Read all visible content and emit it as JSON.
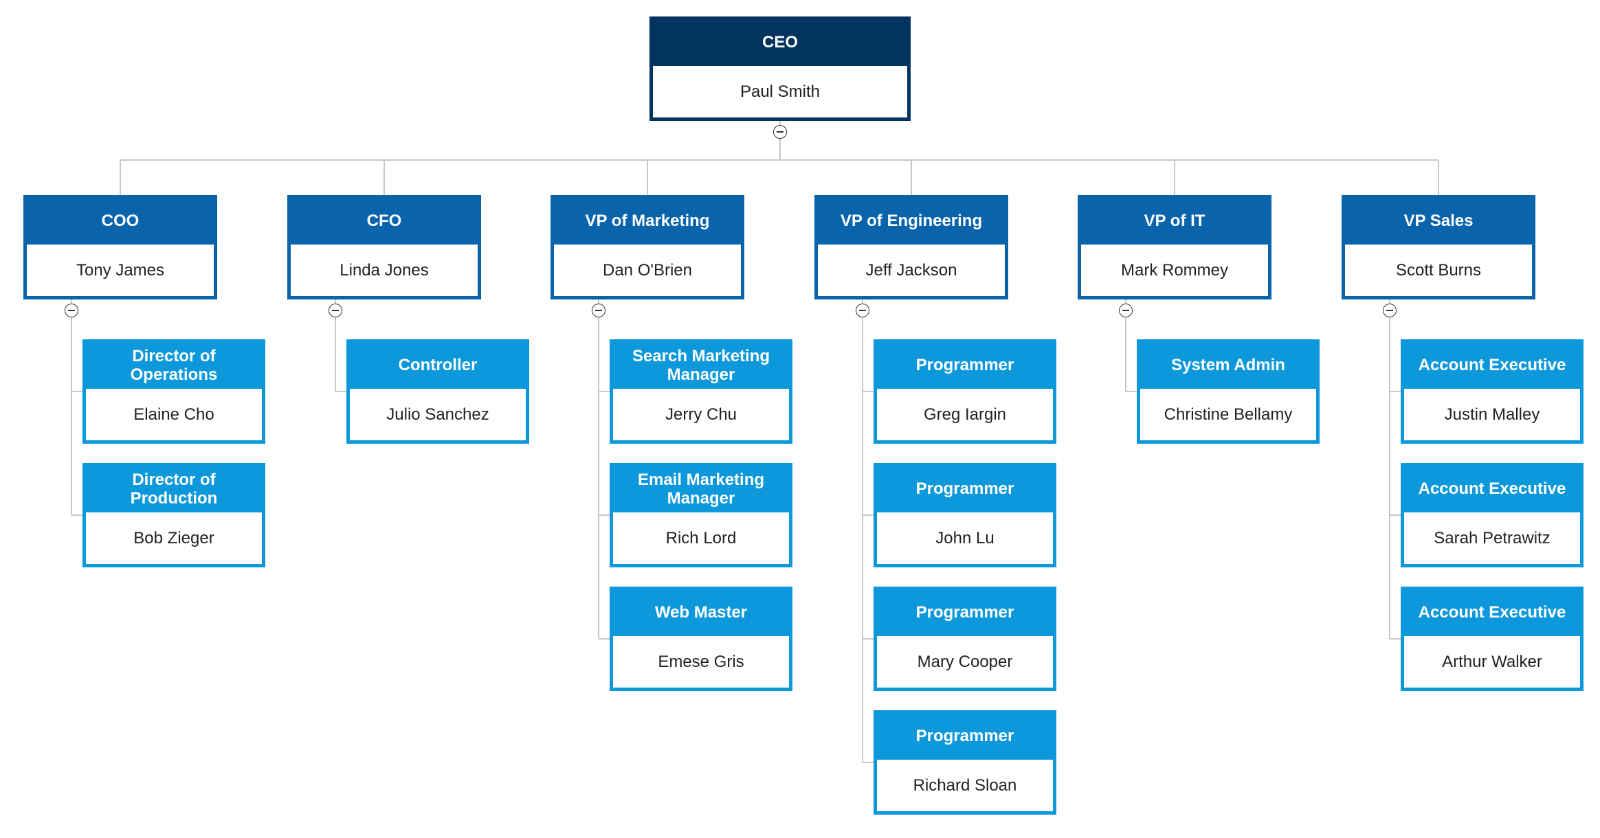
{
  "colors": {
    "ceo": "#03335f",
    "executive": "#0a64ac",
    "staff": "#0c98db",
    "connector": "#c8c8c8"
  },
  "ceo": {
    "title": "CEO",
    "name": "Paul Smith"
  },
  "executives": [
    {
      "key": "coo",
      "title": "COO",
      "name": "Tony James",
      "reports": [
        {
          "title": "Director of Operations",
          "name": "Elaine Cho"
        },
        {
          "title": "Director of Production",
          "name": "Bob Zieger"
        }
      ]
    },
    {
      "key": "cfo",
      "title": "CFO",
      "name": "Linda Jones",
      "reports": [
        {
          "title": "Controller",
          "name": "Julio Sanchez"
        }
      ]
    },
    {
      "key": "vp-marketing",
      "title": "VP of Marketing",
      "name": "Dan O'Brien",
      "reports": [
        {
          "title": "Search Marketing Manager",
          "name": "Jerry Chu"
        },
        {
          "title": "Email Marketing Manager",
          "name": "Rich Lord"
        },
        {
          "title": "Web Master",
          "name": "Emese Gris"
        }
      ]
    },
    {
      "key": "vp-engineering",
      "title": "VP of Engineering",
      "name": "Jeff Jackson",
      "reports": [
        {
          "title": "Programmer",
          "name": "Greg Iargin"
        },
        {
          "title": "Programmer",
          "name": "John Lu"
        },
        {
          "title": "Programmer",
          "name": "Mary Cooper"
        },
        {
          "title": "Programmer",
          "name": "Richard Sloan"
        }
      ]
    },
    {
      "key": "vp-it",
      "title": "VP of IT",
      "name": "Mark Rommey",
      "reports": [
        {
          "title": "System Admin",
          "name": "Christine Bellamy"
        }
      ]
    },
    {
      "key": "vp-sales",
      "title": "VP Sales",
      "name": "Scott Burns",
      "reports": [
        {
          "title": "Account Executive",
          "name": "Justin Malley"
        },
        {
          "title": "Account Executive",
          "name": "Sarah Petrawitz"
        },
        {
          "title": "Account Executive",
          "name": "Arthur Walker"
        }
      ]
    }
  ]
}
